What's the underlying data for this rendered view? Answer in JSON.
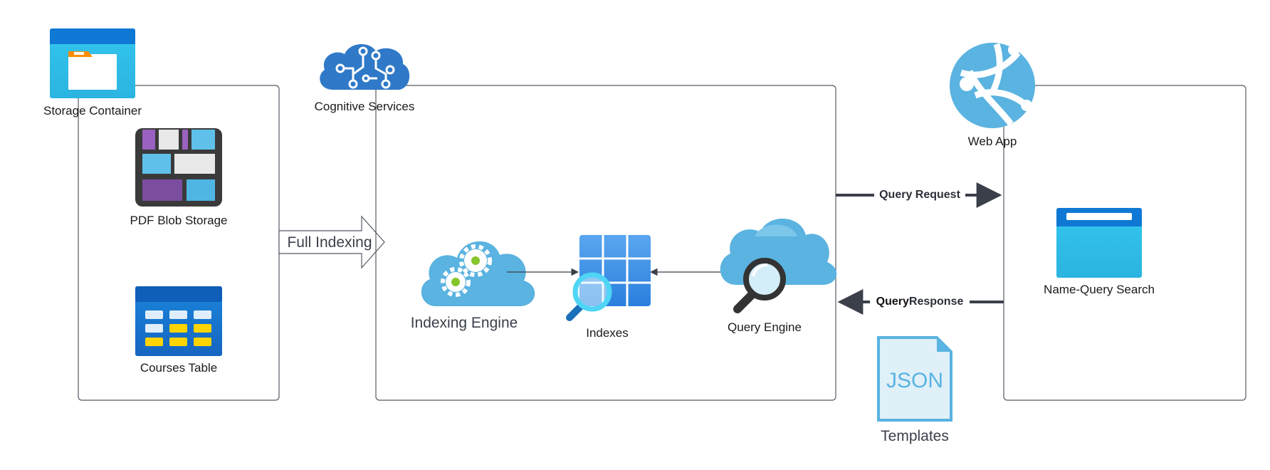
{
  "diagram": {
    "storage_container_label": "Storage Container",
    "pdf_blob_label": "PDF Blob Storage",
    "courses_table_label": "Courses Table",
    "full_indexing_label": "Full Indexing",
    "cognitive_services_label": "Cognitive Services",
    "indexing_engine_label": "Indexing Engine",
    "indexes_label": "Indexes",
    "query_engine_label": "Query Engine",
    "web_app_label": "Web App",
    "name_query_search_label": "Name-Query Search",
    "query_request_label": "Query Request",
    "query_response_label_bold": "Query",
    "query_response_label_rest": "Response",
    "json_icon_text": "JSON",
    "templates_label": "Templates"
  },
  "colors": {
    "azure_blue": "#0f78d4",
    "azure_cyan": "#32c5ee",
    "cloud_blue": "#5ab3e0",
    "arrow_dark": "#3a3f4a",
    "purple": "#7a4d9e",
    "yellow": "#ffd400",
    "green_dot": "#86c62c"
  }
}
